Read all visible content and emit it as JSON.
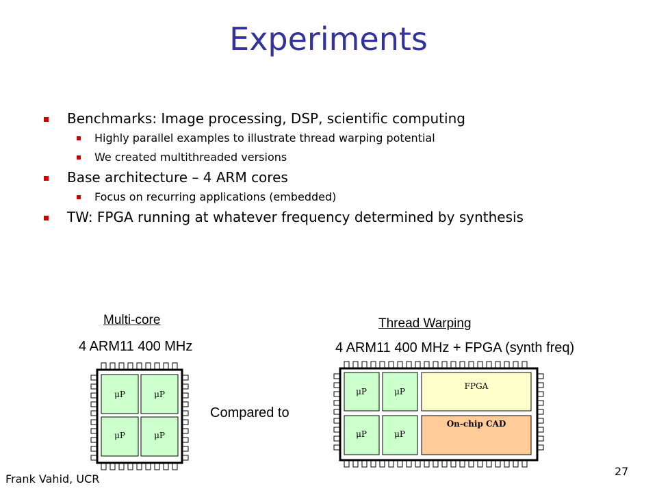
{
  "slide": {
    "title": "Experiments",
    "bullets": [
      {
        "text": "Benchmarks: Image processing, DSP, scientific computing",
        "sub": [
          "Highly parallel examples to illustrate thread warping potential",
          "We created multithreaded versions"
        ]
      },
      {
        "text": "Base architecture – 4 ARM cores",
        "sub": [
          "Focus on recurring applications (embedded)"
        ]
      },
      {
        "text": "TW: FPGA running at whatever frequency determined by synthesis",
        "sub": []
      }
    ]
  },
  "multicore": {
    "heading": "Multi-core",
    "spec": "4 ARM11 400 MHz",
    "cores": [
      "μP",
      "μP",
      "μP",
      "μP"
    ]
  },
  "compare_label": "Compared to",
  "thread_warping": {
    "heading": "Thread Warping",
    "spec": "4 ARM11 400 MHz + FPGA (synth freq)",
    "cores": [
      "μP",
      "μP",
      "μP",
      "μP"
    ],
    "fpga_label": "FPGA",
    "cad_label": "On-chip CAD"
  },
  "footer": {
    "author": "Frank Vahid, UCR",
    "page_number": "27"
  },
  "colors": {
    "title": "#333399",
    "bullet": "#cc0000",
    "core_fill": "#ccffcc",
    "fpga_fill": "#ffffcc",
    "cad_fill": "#ffcc99"
  }
}
